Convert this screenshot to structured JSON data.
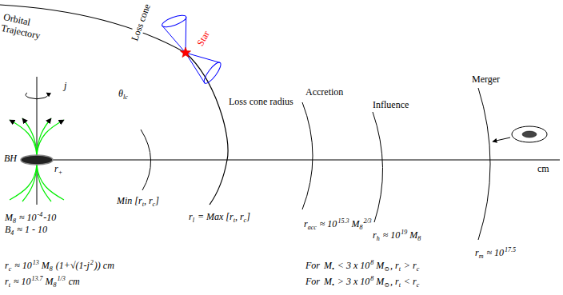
{
  "diagram": {
    "labels": [
      "Orbital Trajectory",
      "Loss cone",
      "Star",
      "θ",
      "lc",
      "j",
      "BH",
      "r",
      "+",
      "M",
      "8",
      "≈ 10",
      "-4",
      "-10",
      "B",
      "4",
      "≈ 1 - 10",
      "Min [r",
      "t",
      ", r",
      "c",
      "]",
      "r",
      "l",
      "= Max [r",
      "t",
      ", r",
      "c",
      "]",
      "Loss cone radius",
      "Accretion",
      "r",
      "acc",
      "≈ 10",
      "15.3",
      "M",
      "8",
      "2/3",
      "Influence",
      "r",
      "h",
      "≈ 10",
      "19",
      "M",
      "8",
      "Merger",
      "r",
      "m",
      "≈ 10",
      "17.5",
      "cm",
      "r",
      "c",
      "≈ 10",
      "13",
      "M",
      "8",
      "(1+√(1-j",
      "2",
      ")) cm",
      "r",
      "t",
      "≈ 10",
      "13.7",
      "M",
      "8",
      "1/3",
      "cm",
      "For",
      "M",
      "•",
      "< 3 x 10",
      "8",
      "M",
      "⊙",
      ", r",
      "t",
      "> r",
      "c",
      "For",
      "M",
      "•",
      "> 3 x 10",
      "8",
      "M",
      "⊙",
      ", r",
      "t",
      "< r",
      "c"
    ]
  }
}
